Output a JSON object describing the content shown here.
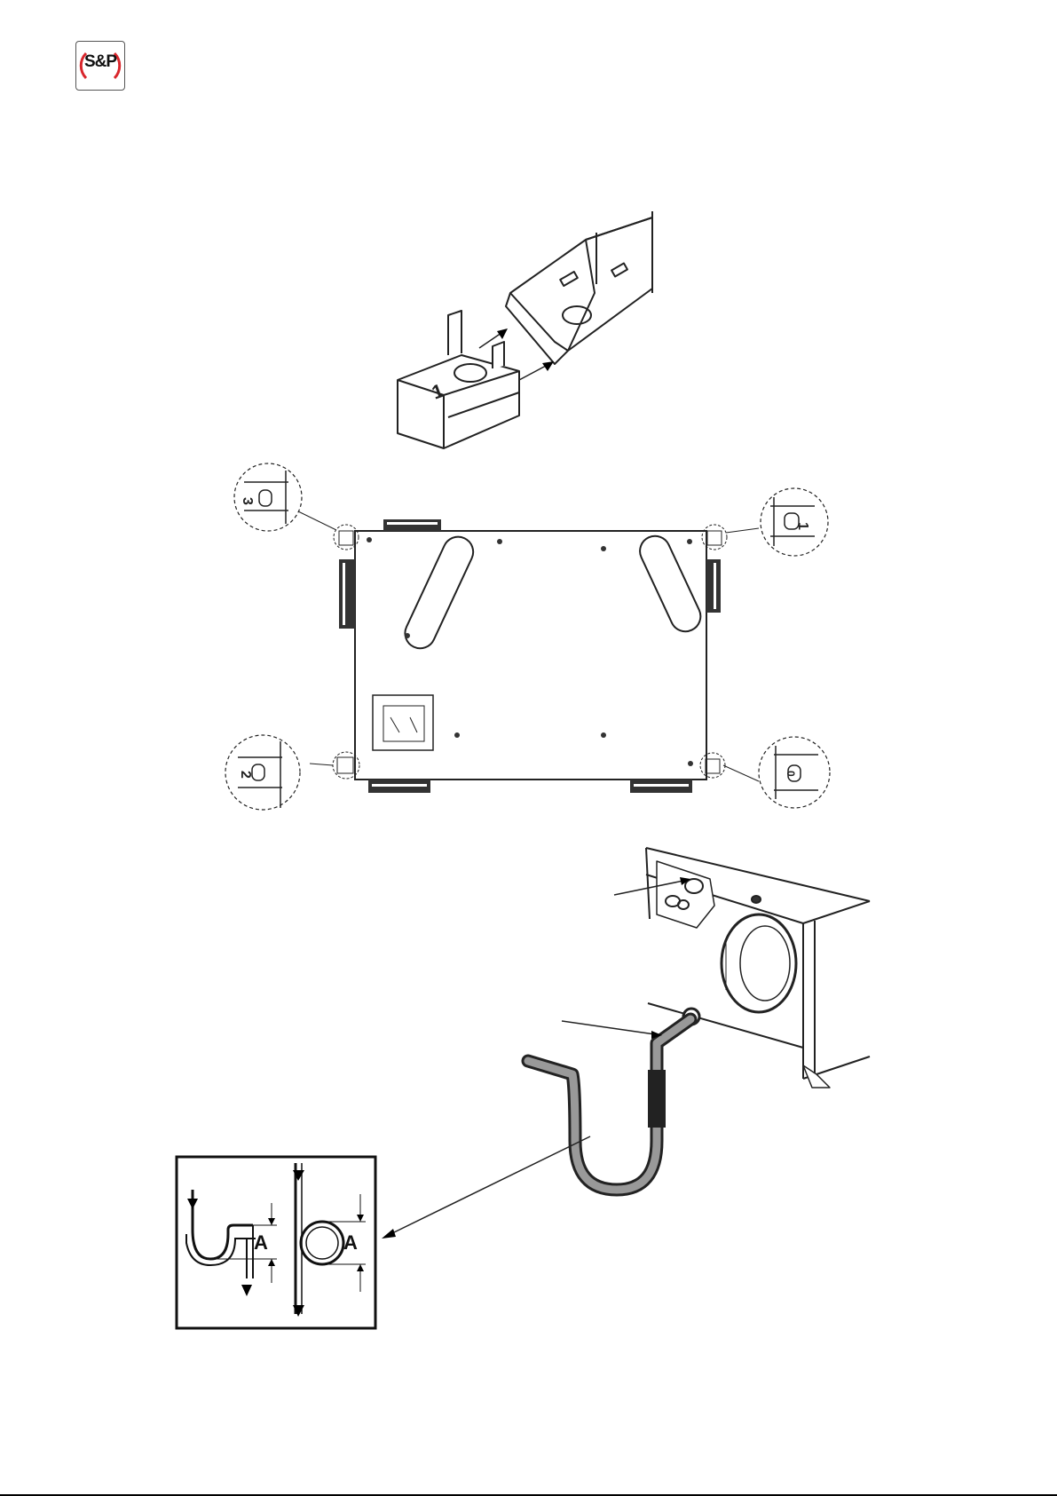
{
  "logo": {
    "text": "S&P",
    "accent_color": "#d9262c"
  },
  "bracket_figure": {
    "corner_number": "1"
  },
  "corner_details": {
    "top_left": "3",
    "top_right": "1",
    "bottom_left": "2",
    "bottom_right": "0"
  },
  "siphon_figure": {
    "dimension_label_left": "A",
    "dimension_label_right": "A"
  }
}
